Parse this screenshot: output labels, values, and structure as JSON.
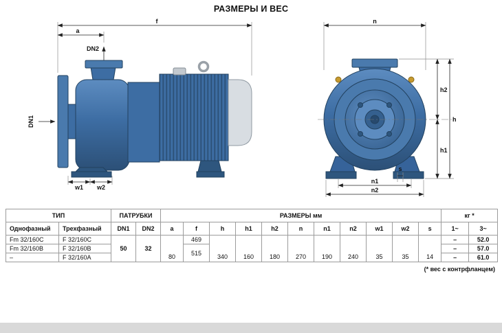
{
  "page": {
    "title": "РАЗМЕРЫ И ВЕС",
    "footnote": "(* вес с контрфланцем)"
  },
  "drawings": {
    "side_view": {
      "dim_a": "a",
      "dim_f": "f",
      "dim_dn1": "DN1",
      "dim_dn2": "DN2",
      "dim_w1": "w1",
      "dim_w2": "w2"
    },
    "front_view": {
      "dim_n": "n",
      "dim_h": "h",
      "dim_h1": "h1",
      "dim_h2": "h2",
      "dim_s": "s",
      "dim_n1": "n1",
      "dim_n2": "n2"
    }
  },
  "table": {
    "group_headers": {
      "type": "ТИП",
      "ports": "ПАТРУБКИ",
      "dimensions": "РАЗМЕРЫ мм",
      "weight": "кг *"
    },
    "col_headers": {
      "single_phase": "Однофазный",
      "three_phase": "Трехфазный",
      "dn1": "DN1",
      "dn2": "DN2",
      "a": "a",
      "f": "f",
      "h": "h",
      "h1": "h1",
      "h2": "h2",
      "n": "n",
      "n1": "n1",
      "n2": "n2",
      "w1": "w1",
      "w2": "w2",
      "s": "s",
      "w_1ph": "1~",
      "w_3ph": "3~"
    },
    "shared": {
      "dn1": "50",
      "dn2": "32",
      "a": "80",
      "h": "340",
      "h1": "160",
      "h2": "180",
      "n": "270",
      "n1": "190",
      "n2": "240",
      "w1": "35",
      "w2": "35",
      "s": "14"
    },
    "rows": [
      {
        "single_phase": "Fm 32/160C",
        "three_phase": "F 32/160C",
        "f": "469",
        "weight_1ph": "–",
        "weight_3ph": "52.0"
      },
      {
        "single_phase": "Fm 32/160B",
        "three_phase": "F 32/160B",
        "f": "515",
        "weight_1ph": "–",
        "weight_3ph": "57.0"
      },
      {
        "single_phase": "–",
        "three_phase": "F 32/160A",
        "weight_1ph": "–",
        "weight_3ph": "61.0"
      }
    ]
  },
  "colors": {
    "pump_blue": "#3d6da3",
    "pump_dark_blue": "#27496e",
    "pump_light_blue": "#5d8cc0",
    "fan_cover_gray": "#d8dde2",
    "brass": "#c79a2e",
    "page_band_gray": "#d9d9d9"
  }
}
